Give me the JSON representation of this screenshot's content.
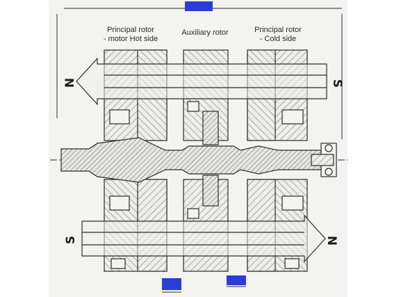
{
  "labels": {
    "principal_hot_line1": "Principal rotor",
    "principal_hot_line2": "- motor Hot side",
    "auxiliary": "Auxiliary rotor",
    "principal_cold_line1": "Principal rotor",
    "principal_cold_line2": "- Cold side"
  },
  "poles": {
    "top_left": "N",
    "top_right": "S",
    "bottom_left": "S",
    "bottom_right": "N"
  },
  "colors": {
    "paper": "#f2f2f0",
    "ink": "#2b2b2b",
    "hatch": "#777777",
    "marker_blue": "#2a3dd6"
  }
}
